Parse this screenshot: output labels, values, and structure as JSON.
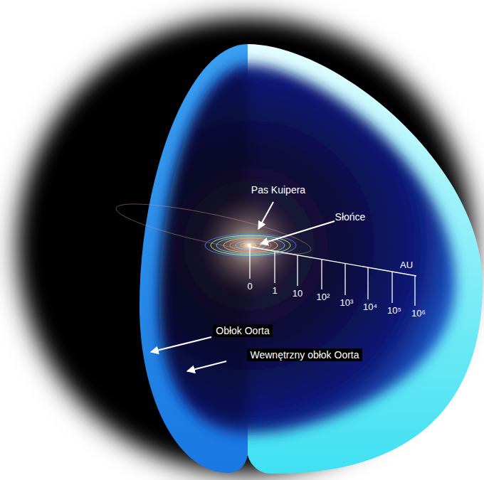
{
  "diagram": {
    "labels": [
      "Pas Kuipera",
      "Słońce",
      "0",
      "1",
      "10",
      "10²",
      "10³",
      "10⁴",
      "10⁵",
      "10⁶",
      "AU",
      "Obłok Oorta",
      "Wewnętrzny obłok Oorta"
    ]
  }
}
